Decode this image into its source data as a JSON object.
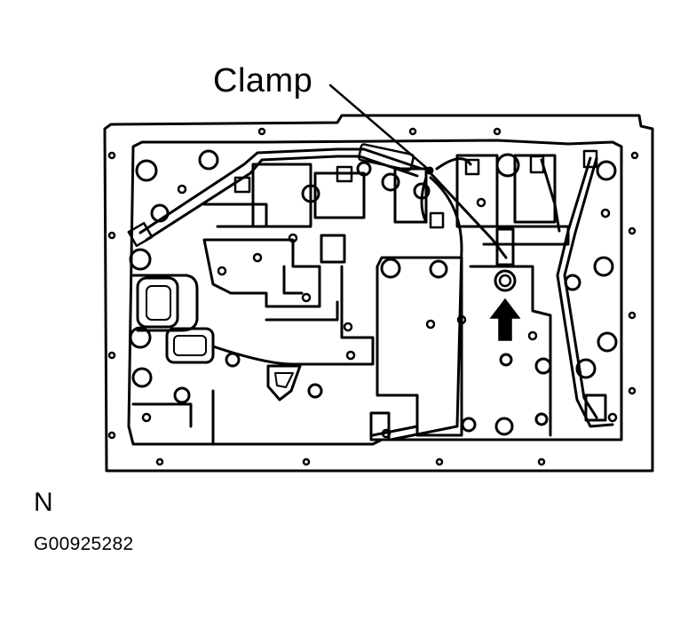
{
  "callout": {
    "label": "Clamp"
  },
  "view_letter": "N",
  "figure_code": "G00925282",
  "colors": {
    "ink": "#000000",
    "paper": "#ffffff"
  },
  "icons": {
    "direction_arrow": "arrow-up-icon"
  }
}
